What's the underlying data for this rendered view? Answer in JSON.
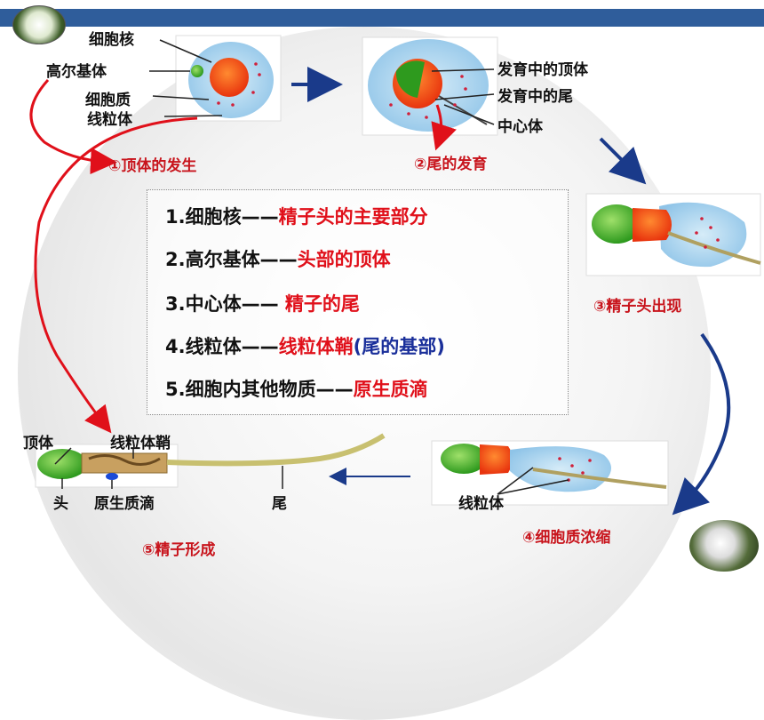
{
  "labels": {
    "nucleus": "细胞核",
    "golgi": "高尔基体",
    "cytoplasm": "细胞质",
    "mitochondria": "线粒体",
    "acrosome_dev": "发育中的顶体",
    "tail_dev": "发育中的尾",
    "centriole": "中心体",
    "mito_stage4": "线粒体",
    "acrosome_final": "顶体",
    "head": "头",
    "sheath": "线粒体鞘",
    "droplet": "原生质滴",
    "tail": "尾"
  },
  "steps": {
    "s1": "①顶体的发生",
    "s2": "②尾的发育",
    "s3": "③精子头出现",
    "s4": "④细胞质浓缩",
    "s5": "⑤精子形成"
  },
  "summary": [
    {
      "k": "1.细胞核——",
      "v": "精子头的主要部分",
      "p": ""
    },
    {
      "k": "2.高尔基体——",
      "v": "头部的顶体",
      "p": ""
    },
    {
      "k": "3.中心体—— ",
      "v": "精子的尾",
      "p": ""
    },
    {
      "k": "4.线粒体——",
      "v": "线粒体鞘",
      "p": "(尾的基部)"
    },
    {
      "k": "5.细胞内其他物质——",
      "v": "原生质滴",
      "p": ""
    }
  ],
  "colors": {
    "accent_red": "#e0101a",
    "arrow_blue": "#1a3a8a",
    "bar_blue": "#2f5d9b"
  }
}
